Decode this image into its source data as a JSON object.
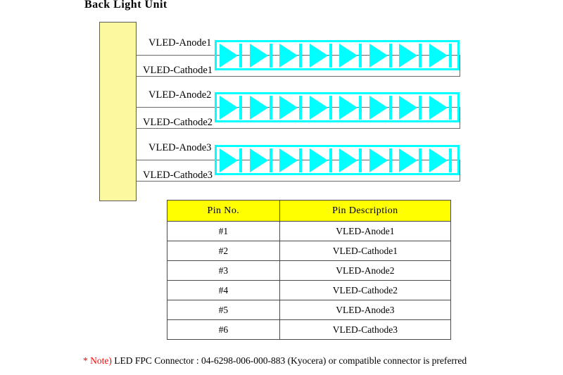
{
  "title": "Back  Light  Unit",
  "connector": {
    "name": "led-fpc-connector-block"
  },
  "strings": [
    {
      "anode_label": "VLED-Anode1",
      "cathode_label": "VLED-Cathode1",
      "led_count": 8
    },
    {
      "anode_label": "VLED-Anode2",
      "cathode_label": "VLED-Cathode2",
      "led_count": 8
    },
    {
      "anode_label": "VLED-Anode3",
      "cathode_label": "VLED-Cathode3",
      "led_count": 8
    }
  ],
  "pin_table": {
    "headers": [
      "Pin No.",
      "Pin Description"
    ],
    "rows": [
      [
        "#1",
        "VLED-Anode1"
      ],
      [
        "#2",
        "VLED-Cathode1"
      ],
      [
        "#3",
        "VLED-Anode2"
      ],
      [
        "#4",
        "VLED-Cathode2"
      ],
      [
        "#5",
        "VLED-Anode3"
      ],
      [
        "#6",
        "VLED-Cathode3"
      ]
    ]
  },
  "note": {
    "mark": "*  Note)",
    "text": "LED  FPC  Connector  :  04-6298-006-000-883  (Kyocera)  or  compatible  connector  is  preferred"
  },
  "colors": {
    "led_cyan": "#00ffff",
    "table_header_yellow": "#ffff00",
    "connector_yellow": "#fbf8a0",
    "wire_gray": "#6a6a6a",
    "note_mark_red": "#ff0000"
  }
}
